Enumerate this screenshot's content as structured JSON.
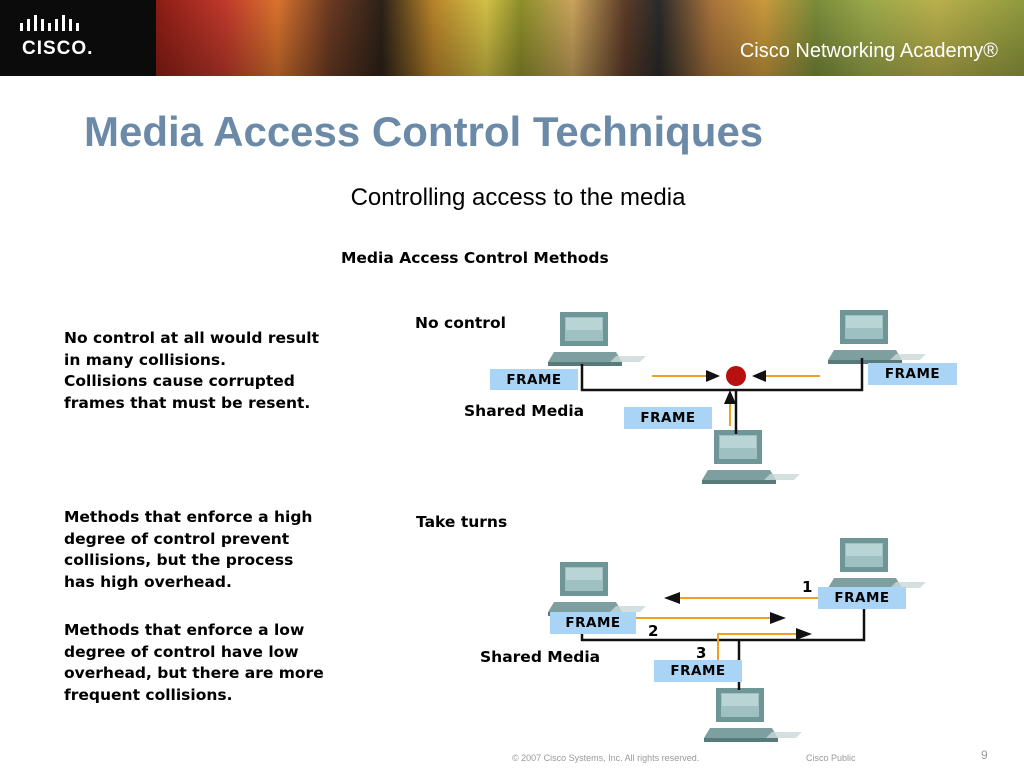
{
  "header": {
    "logo_text": "CISCO.",
    "academy_text": "Cisco Networking Academy®"
  },
  "slide": {
    "title": "Media Access Control Techniques",
    "subtitle": "Controlling access to the media"
  },
  "diagram": {
    "title": "Media Access Control Methods",
    "no_control": {
      "label": "No control",
      "media_label": "Shared Media",
      "frame_label": "FRAME"
    },
    "take_turns": {
      "label": "Take turns",
      "media_label": "Shared Media",
      "frame_label": "FRAME",
      "steps": [
        "1",
        "2",
        "3"
      ]
    }
  },
  "text": {
    "no_control_desc": "No control at all would result\nin many collisions.\nCollisions cause corrupted\nframes that must be resent.",
    "high_control_desc": "Methods that enforce a high\ndegree of control prevent\ncollisions, but the process\nhas high overhead.",
    "low_control_desc": "Methods that enforce a low\ndegree of control have low\noverhead, but there are more\nfrequent collisions."
  },
  "footer": {
    "copyright": "© 2007 Cisco Systems, Inc. All rights reserved.",
    "classification": "Cisco Public",
    "page_number": "9"
  },
  "colors": {
    "title": "#6a8aa8",
    "frame_bg": "#a9d4f5",
    "arrow_orange": "#f0a020",
    "collision_red": "#b80f0f",
    "computer_teal": "#6f9696"
  },
  "icons": [
    "computer-icon",
    "collision-icon",
    "arrow-icon"
  ]
}
